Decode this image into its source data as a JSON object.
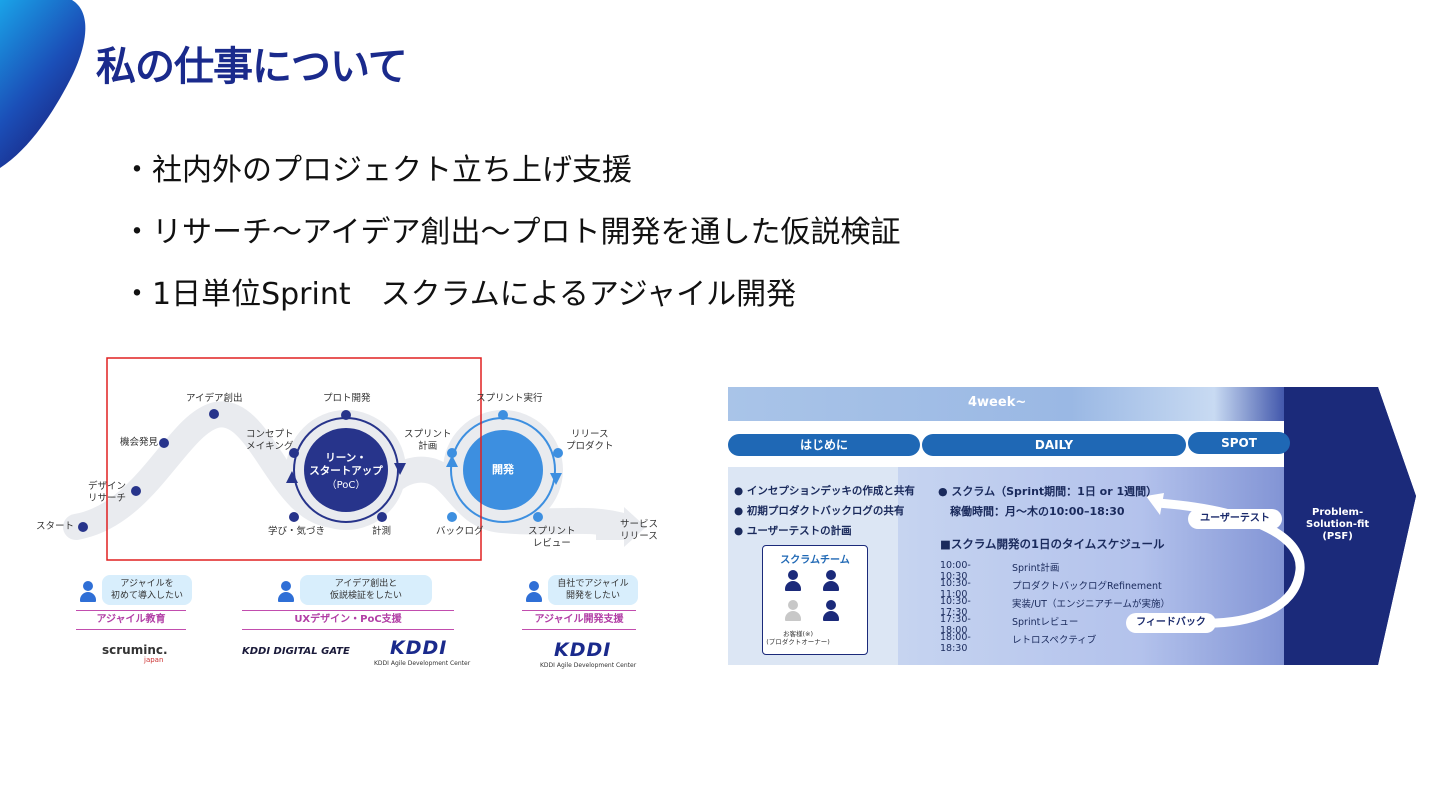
{
  "title": "私の仕事について",
  "bullets": [
    "・社内外のプロジェクト立ち上げ支援",
    "・リサーチ～アイデア創出～プロト開発を通した仮説検証",
    "・1日単位Sprint　スクラムによるアジャイル開発"
  ],
  "left_figure": {
    "start": "スタート",
    "design_research": "デザイン\nリサーチ",
    "opportunity": "機会発見",
    "idea": "アイデア創出",
    "concept": "コンセプト\nメイキング",
    "proto": "プロト開発",
    "lean_startup": "リーン・\nスタートアップ",
    "poc": "（PoC）",
    "learn": "学び・気づき",
    "measure": "計測",
    "sprint_plan": "スプリント\n計画",
    "backlog": "バックログ",
    "dev": "開発",
    "sprint_exec": "スプリント実行",
    "release_product": "リリース\nプロダクト",
    "sprint_review": "スプリント\nレビュー",
    "service_release": "サービス\nリリース",
    "bubble1": "アジャイルを\n初めて導入したい",
    "bubble2": "アイデア創出と\n仮説検証をしたい",
    "bubble3": "自社でアジャイル\n開発をしたい",
    "svc1": "アジャイル教育",
    "svc2": "UXデザイン・PoC支援",
    "svc3": "アジャイル開発支援",
    "logo_scrum": "scruminc.",
    "logo_scrum_sub": "japan",
    "logo_kddi_dg": "KDDI DIGITAL GATE",
    "logo_kddi": "KDDI",
    "logo_kddi_sub": "KDDI Agile Development Center",
    "logo_kddi2": "KDDI",
    "logo_kddi2_sub": "KDDI Agile Development Center"
  },
  "right_figure": {
    "period": "4week~",
    "phase1": "はじめに",
    "phase2": "DAILY",
    "phase3": "SPOT",
    "psf": "Problem-\nSolution-fit\n(PSF)",
    "intro_items": [
      "● インセプションデッキの作成と共有",
      "● 初期プロダクトバックログの共有",
      "● ユーザーテストの計画"
    ],
    "scrum_team": "スクラムチーム",
    "customer": "お客様(※)\n(プロダクトオーナー)",
    "scrum_line": "● スクラム（Sprint期間：1日 or 1週間）",
    "hours_line": "稼働時間：月～木の10:00–18:30",
    "schedule_title": "■スクラム開発の1日のタイムスケジュール",
    "schedule": [
      {
        "time": "10:00-10:30",
        "desc": "Sprint計画"
      },
      {
        "time": "10:30-11:00",
        "desc": "プロダクトバックログRefinement"
      },
      {
        "time": "10:30-17:30",
        "desc": "実装/UT（エンジニアチームが実施）"
      },
      {
        "time": "17:30-18:00",
        "desc": "Sprintレビュー"
      },
      {
        "time": "18:00-18:30",
        "desc": "レトロスペクティブ"
      }
    ],
    "user_test": "ユーザーテスト",
    "feedback": "フィードバック"
  },
  "colors": {
    "title": "#1a2a8c",
    "accent_blue": "#1f68b5",
    "navy": "#1b2a7a",
    "highlight_box": "#e02020"
  }
}
